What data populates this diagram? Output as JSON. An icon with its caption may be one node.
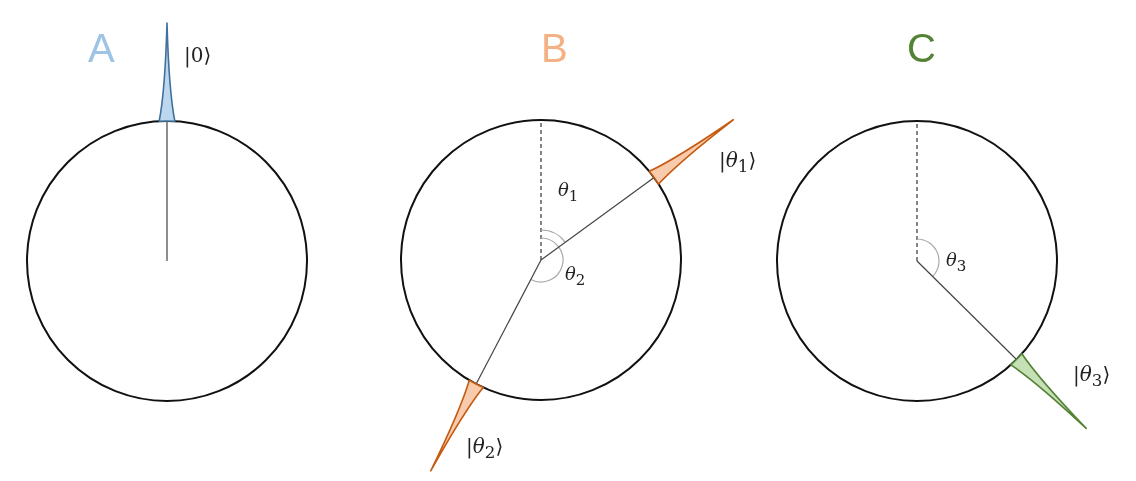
{
  "diagram": {
    "labels": [
      "A",
      "|0⟩",
      "B",
      "*θ*$_{1}$",
      "*θ*$_{2}$",
      "|*θ*$_{1}$⟩",
      "|*θ*$_{2}$⟩",
      "C",
      "*θ*$_{3}$",
      "|*θ*$_{3}$⟩"
    ]
  }
}
